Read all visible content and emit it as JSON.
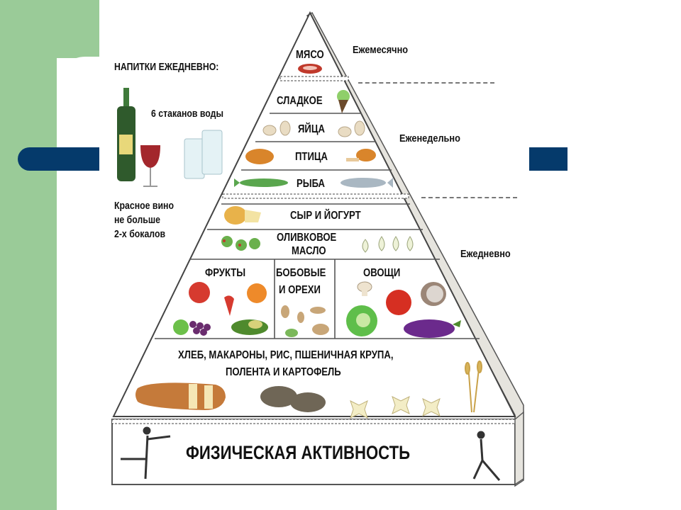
{
  "slide": {
    "colors": {
      "green": "#9acb98",
      "navy": "#053a6b",
      "background": "#ffffff"
    }
  },
  "drinks": {
    "title": "НАПИТКИ ЕЖЕДНЕВНО:",
    "water": "6 стаканов воды",
    "wine_line1": "Красное вино",
    "wine_line2": "не больше",
    "wine_line3": "2-х бокалов",
    "icons": [
      "wine-bottle",
      "wine-glass",
      "water-glasses"
    ]
  },
  "frequency": {
    "monthly": "Ежемесячно",
    "weekly": "Еженедельно",
    "daily": "Ежедневно"
  },
  "pyramid": {
    "tiers": [
      {
        "label": "МЯСО",
        "icons": [
          "steak"
        ]
      },
      {
        "label": "СЛАДКОЕ",
        "icons": [
          "ice-cream"
        ]
      },
      {
        "label": "ЯЙЦА",
        "icons": [
          "eggs",
          "eggs"
        ]
      },
      {
        "label": "ПТИЦА",
        "icons": [
          "roast-chicken",
          "drumstick"
        ]
      },
      {
        "label": "РЫБА",
        "icons": [
          "fish",
          "fish"
        ]
      },
      {
        "label": "СЫР И ЙОГУРТ",
        "icons": [
          "cheese"
        ]
      },
      {
        "label_line1": "ОЛИВКОВОЕ",
        "label_line2": "МАСЛО",
        "icons": [
          "olives",
          "oil-drops"
        ]
      }
    ],
    "plant_tier": {
      "fruits": "ФРУКТЫ",
      "legumes_line1": "БОБОВЫЕ",
      "legumes_line2": "И ОРЕХИ",
      "vegetables": "ОВОЩИ"
    },
    "base": {
      "line1": "ХЛЕБ, МАКАРОНЫ, РИС, ПШЕНИЧНАЯ КРУПА,",
      "line2": "ПОЛЕНТА И КАРТОФЕЛЬ",
      "icons": [
        "bread",
        "potatoes",
        "pasta",
        "wheat"
      ]
    },
    "activity": "ФИЗИЧЕСКАЯ АКТИВНОСТЬ"
  }
}
